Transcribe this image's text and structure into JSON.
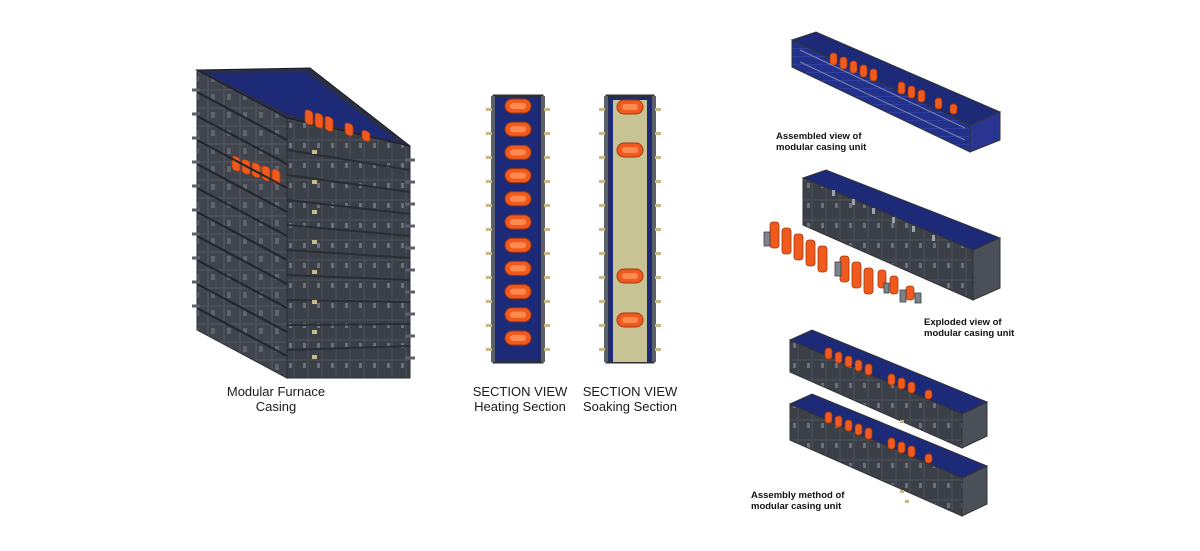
{
  "captions": {
    "casing": {
      "line1": "Modular Furnace",
      "line2": "Casing"
    },
    "heating": {
      "line1": "SECTION VIEW",
      "line2": "Heating Section"
    },
    "soaking": {
      "line1": "SECTION VIEW",
      "line2": "Soaking Section"
    },
    "assembled": {
      "line1": "Assembled view of",
      "line2": "modular casing unit"
    },
    "exploded": {
      "line1": "Exploded view of",
      "line2": "modular casing unit"
    },
    "assembly": {
      "line1": "Assembly method of",
      "line2": "modular casing unit"
    }
  },
  "colors": {
    "casing_dark": "#3a3d44",
    "casing_mid": "#4a4e57",
    "casing_light": "#5d626c",
    "interior_blue": "#1c2a78",
    "heater_orange": "#f05a1e",
    "heater_light": "#ff8a50",
    "refractory": "#c8c394",
    "bolt": "#c8b98a"
  },
  "section_counts": {
    "heating_elements": 11,
    "soaking_elements": 4,
    "flange_rows": 11
  }
}
